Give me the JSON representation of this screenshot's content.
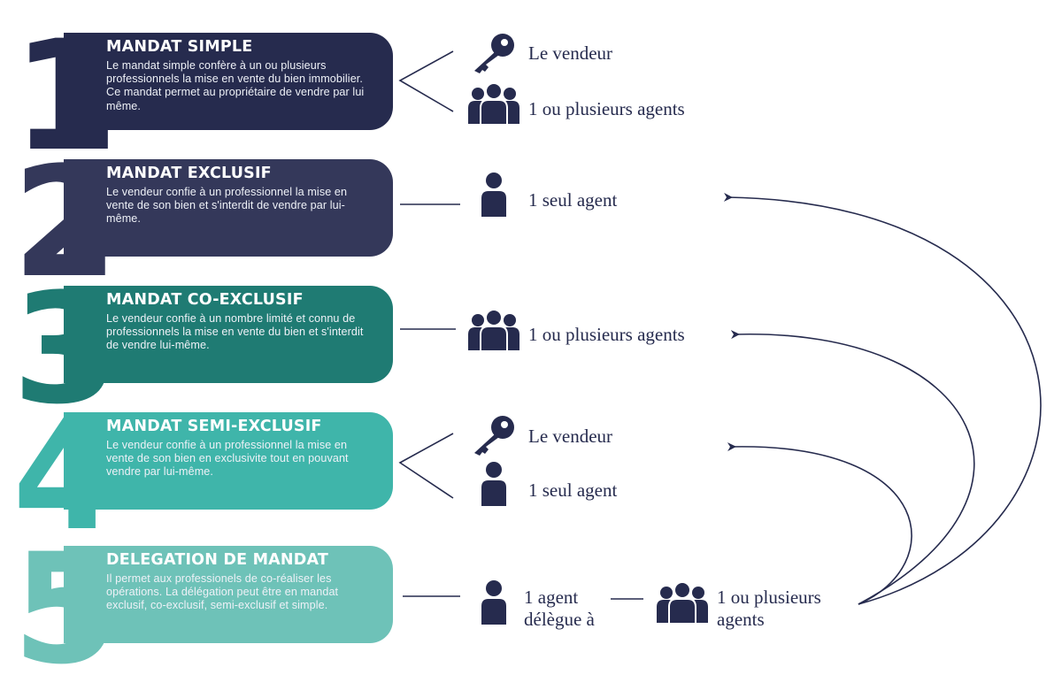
{
  "colors": {
    "navy": "#262b4e",
    "slate": "#34385a",
    "teal_dark": "#1f7b73",
    "teal": "#3fb5aa",
    "teal_light": "#6ec2b8",
    "icon": "#262b4e"
  },
  "mandates": [
    {
      "number": "1",
      "title": "MANDAT SIMPLE",
      "description": "Le mandat simple confère à un ou plusieurs professionnels la mise en vente du bien immobilier. Ce mandat permet au propriétaire de vendre par lui même."
    },
    {
      "number": "2",
      "title": "MANDAT EXCLUSIF",
      "description": "Le vendeur confie à un professionnel la mise en vente de son bien et s'interdit de vendre par lui-même."
    },
    {
      "number": "3",
      "title": "MANDAT CO-EXCLUSIF",
      "description": "Le vendeur confie à un nombre limité et connu de professionnels la mise en vente du bien et s'interdit de vendre lui-même."
    },
    {
      "number": "4",
      "title": "MANDAT SEMI-EXCLUSIF",
      "description": "Le vendeur confie à un professionnel la mise en vente de son bien en exclusivite tout en pouvant vendre par lui-même."
    },
    {
      "number": "5",
      "title": "DELEGATION DE MANDAT",
      "description": "Il permet aux professionels de co-réaliser les opérations. La délégation peut être en mandat exclusif, co-exclusif, semi-exclusif et simple."
    }
  ],
  "actors": {
    "m1_seller": "Le vendeur",
    "m1_agents": "1 ou plusieurs agents",
    "m2_agent": "1 seul agent",
    "m3_agents": "1 ou plusieurs agents",
    "m4_seller": "Le vendeur",
    "m4_agent": "1 seul agent",
    "m5_agent_line1": "1 agent",
    "m5_agent_line2": "délègue à",
    "m5_agents_line1": "1 ou plusieurs",
    "m5_agents_line2": "agents"
  },
  "icons": {
    "seller": "key-icon",
    "single_agent": "person-icon",
    "multiple_agents": "group-icon"
  }
}
